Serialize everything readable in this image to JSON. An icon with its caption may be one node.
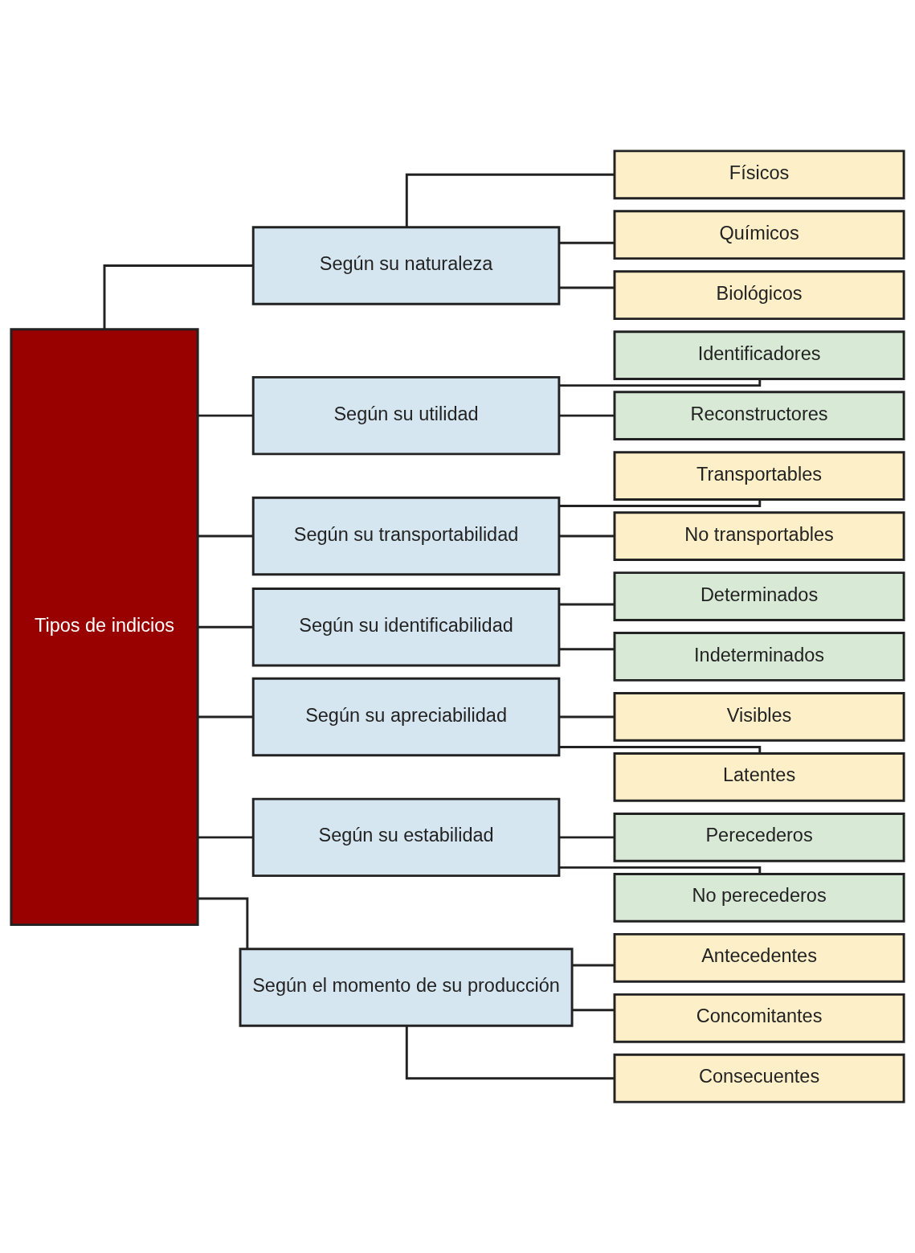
{
  "diagram": {
    "nodes": [
      {
        "text": [
          "Tipos de indicios"
        ]
      },
      {
        "text": [
          "Según su naturaleza"
        ]
      },
      {
        "text": [
          "Físicos"
        ]
      },
      {
        "text": [
          "Químicos"
        ]
      },
      {
        "text": [
          "Biológicos"
        ]
      },
      {
        "text": [
          "Según su utilidad"
        ]
      },
      {
        "text": [
          "Identificadores"
        ]
      },
      {
        "text": [
          "Reconstructores"
        ]
      },
      {
        "text": [
          "Según su transportabilidad"
        ]
      },
      {
        "text": [
          "Transportables"
        ]
      },
      {
        "text": [
          "No transportables"
        ]
      },
      {
        "text": [
          "Según su identificabilidad"
        ]
      },
      {
        "text": [
          "Determinados"
        ]
      },
      {
        "text": [
          "Indeterminados"
        ]
      },
      {
        "text": [
          "Según su apreciabilidad"
        ]
      },
      {
        "text": [
          "Visibles"
        ]
      },
      {
        "text": [
          "Latentes"
        ]
      },
      {
        "text": [
          "Según su estabilidad"
        ]
      },
      {
        "text": [
          "Perecederos"
        ]
      },
      {
        "text": [
          "No perecederos"
        ]
      },
      {
        "text": [
          "Según el momento de su producción"
        ]
      },
      {
        "text": [
          "Antecedentes"
        ]
      },
      {
        "text": [
          "Concomitantes"
        ]
      },
      {
        "text": [
          "Consecuentes"
        ]
      }
    ],
    "edges": [
      {
        "from": 0,
        "to": 1,
        "arrow": "none"
      },
      {
        "from": 0,
        "to": 5,
        "arrow": "none"
      },
      {
        "from": 0,
        "to": 8,
        "arrow": "none"
      },
      {
        "from": 0,
        "to": 11,
        "arrow": "none"
      },
      {
        "from": 0,
        "to": 14,
        "arrow": "none"
      },
      {
        "from": 0,
        "to": 17,
        "arrow": "none"
      },
      {
        "from": 0,
        "to": 20,
        "arrow": "none"
      },
      {
        "from": 1,
        "to": 2,
        "arrow": "none"
      },
      {
        "from": 1,
        "to": 3,
        "arrow": "none"
      },
      {
        "from": 1,
        "to": 4,
        "arrow": "none"
      },
      {
        "from": 5,
        "to": 6,
        "arrow": "none"
      },
      {
        "from": 5,
        "to": 7,
        "arrow": "none"
      },
      {
        "from": 8,
        "to": 9,
        "arrow": "none"
      },
      {
        "from": 8,
        "to": 10,
        "arrow": "none"
      },
      {
        "from": 11,
        "to": 12,
        "arrow": "none"
      },
      {
        "from": 11,
        "to": 13,
        "arrow": "none"
      },
      {
        "from": 14,
        "to": 15,
        "arrow": "none"
      },
      {
        "from": 14,
        "to": 16,
        "arrow": "none"
      },
      {
        "from": 17,
        "to": 18,
        "arrow": "none"
      },
      {
        "from": 17,
        "to": 19,
        "arrow": "none"
      },
      {
        "from": 20,
        "to": 21,
        "arrow": "none"
      },
      {
        "from": 20,
        "to": 22,
        "arrow": "none"
      },
      {
        "from": 20,
        "to": 23,
        "arrow": "none"
      }
    ]
  }
}
